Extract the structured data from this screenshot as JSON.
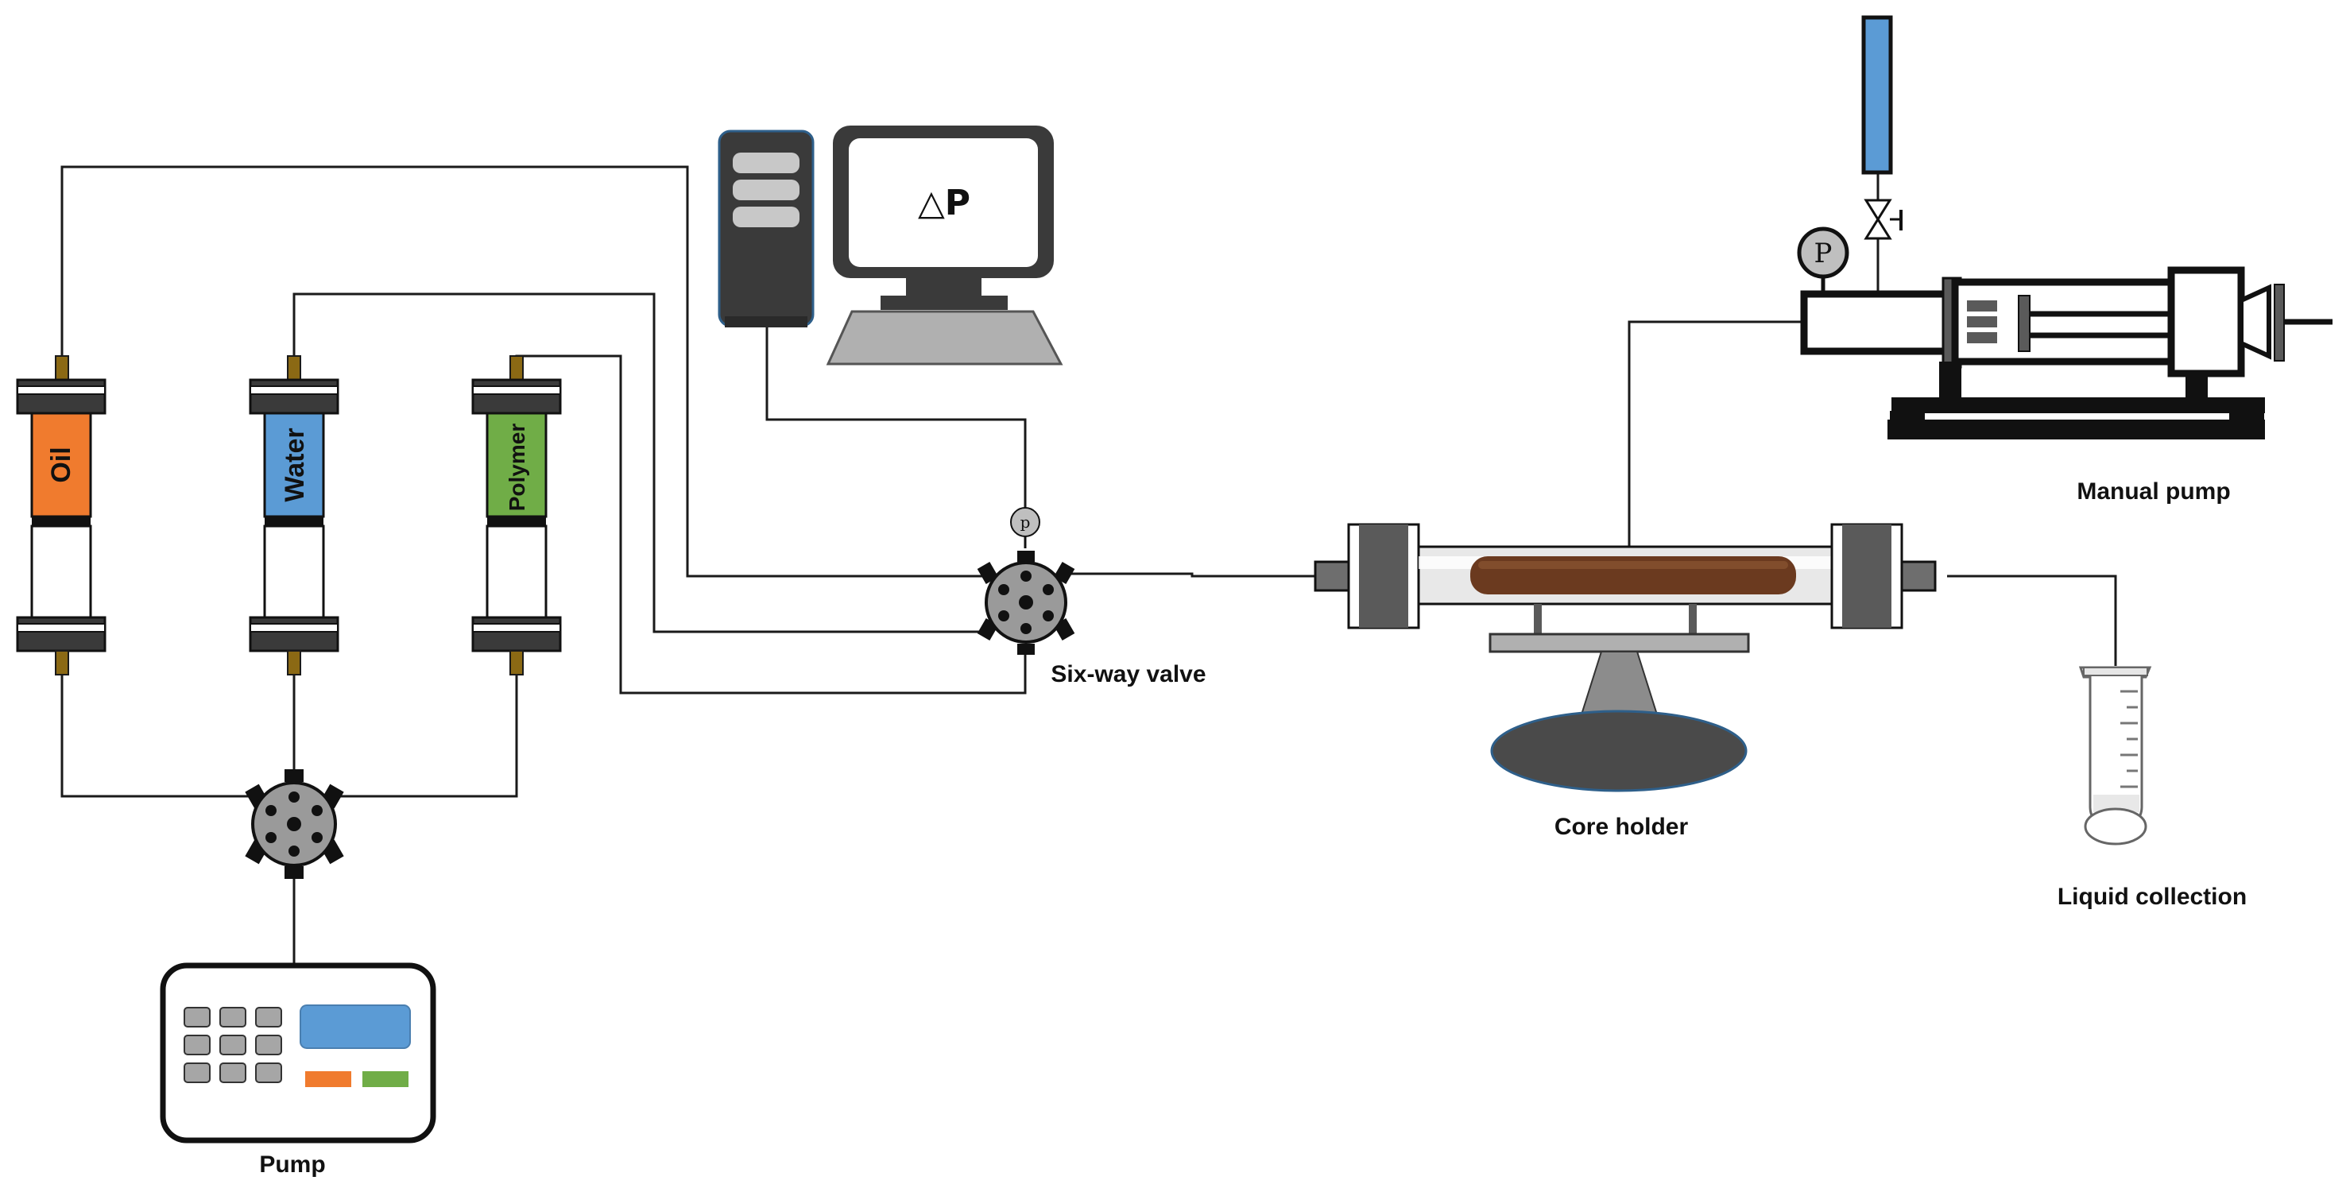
{
  "labels": {
    "oil": "Oil",
    "water": "Water",
    "polymer": "Polymer",
    "six_way_valve": "Six-way valve",
    "core_holder": "Core holder",
    "manual_pump": "Manual pump",
    "liquid_collection": "Liquid collection",
    "pump": "Pump",
    "delta_p": "△P",
    "gauge_small": "p",
    "gauge_large": "P"
  },
  "colors": {
    "oil": "#F07B2E",
    "water": "#5B9BD5",
    "polymer": "#70AD47",
    "core": "#6B3A1F",
    "pump_display": "#5B9BD5",
    "pump_key_orange": "#F07B2E",
    "pump_key_green": "#70AD47",
    "valve_body": "#9A9A9A",
    "stand_base": "#4A4A4A"
  },
  "icons": {
    "computer": "desktop-computer-icon",
    "monitor": "monitor-icon",
    "pressure_gauge": "pressure-gauge-icon",
    "needle_valve": "needle-valve-icon",
    "graduated_cylinder": "graduated-cylinder-icon"
  }
}
